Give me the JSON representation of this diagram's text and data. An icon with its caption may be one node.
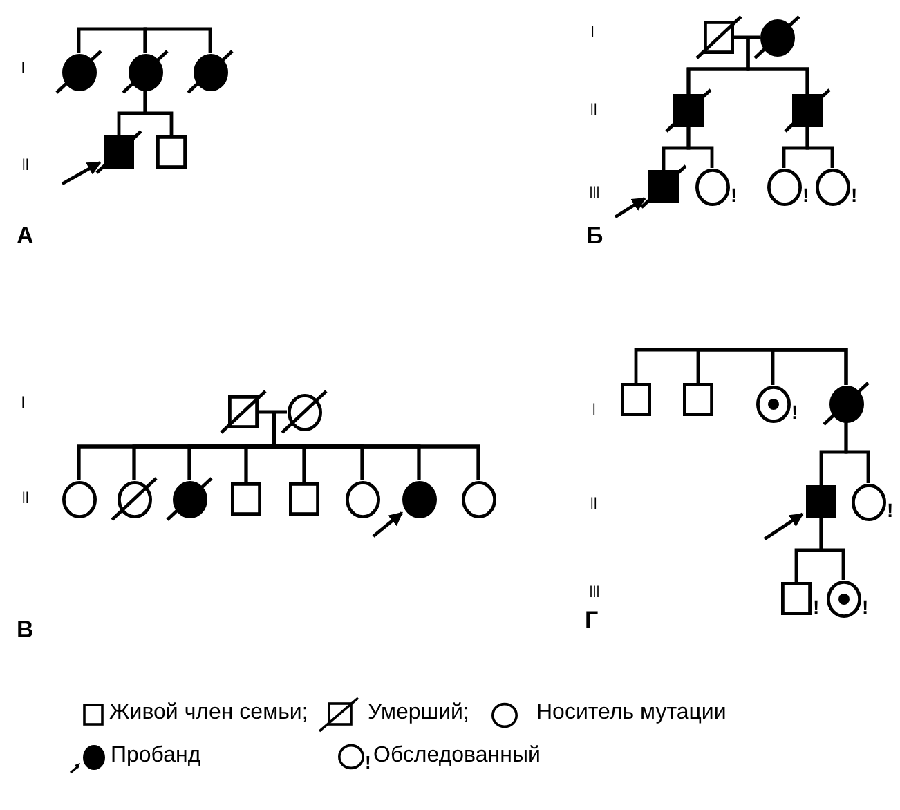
{
  "diagram": {
    "nodes": [
      {
        "text": [],
        "shape": "circle"
      },
      {
        "text": [],
        "shape": "circle"
      },
      {
        "text": [],
        "shape": "circle"
      },
      {
        "text": [],
        "shape": "box"
      },
      {
        "text": [],
        "shape": "box"
      },
      {
        "text": [],
        "shape": "box"
      },
      {
        "text": [],
        "shape": "circle"
      },
      {
        "text": [],
        "shape": "box"
      },
      {
        "text": [],
        "shape": "box"
      },
      {
        "text": [],
        "shape": "box"
      },
      {
        "text": [],
        "shape": "circle",
        "beside": [
          "!"
        ]
      },
      {
        "text": [],
        "shape": "circle",
        "beside": [
          "!"
        ]
      },
      {
        "text": [],
        "shape": "circle",
        "beside": [
          "!"
        ]
      },
      {
        "text": [],
        "shape": "box"
      },
      {
        "text": [],
        "shape": "circle"
      },
      {
        "text": [],
        "shape": "circle"
      },
      {
        "text": [],
        "shape": "circle"
      },
      {
        "text": [],
        "shape": "circle"
      },
      {
        "text": [],
        "shape": "box"
      },
      {
        "text": [],
        "shape": "box"
      },
      {
        "text": [],
        "shape": "circle"
      },
      {
        "text": [],
        "shape": "circle"
      },
      {
        "text": [],
        "shape": "circle"
      },
      {
        "text": [],
        "shape": "box"
      },
      {
        "text": [],
        "shape": "box"
      },
      {
        "text": [],
        "shape": "circle",
        "beside": [
          "!"
        ]
      },
      {
        "text": [],
        "shape": "circle"
      },
      {
        "text": [],
        "shape": "box"
      },
      {
        "text": [],
        "shape": "circle",
        "beside": [
          "!"
        ]
      },
      {
        "text": [],
        "shape": "box",
        "beside": [
          "!"
        ]
      },
      {
        "text": [],
        "shape": "circle",
        "beside": [
          "!"
        ]
      }
    ],
    "edges": [
      {
        "from": 1,
        "to": 0,
        "arrow": "none"
      },
      {
        "from": 1,
        "to": 2,
        "arrow": "none"
      },
      {
        "from": 1,
        "to": 3,
        "arrow": "none"
      },
      {
        "from": 1,
        "to": 4,
        "arrow": "none"
      },
      {
        "from": null,
        "to": 3,
        "arrow": "to"
      },
      {
        "from": 5,
        "to": 6,
        "arrow": "none"
      },
      {
        "from": 5,
        "to": 7,
        "arrow": "none"
      },
      {
        "from": 6,
        "to": 7,
        "arrow": "none"
      },
      {
        "from": 5,
        "to": 8,
        "arrow": "none"
      },
      {
        "from": 6,
        "to": 8,
        "arrow": "none"
      },
      {
        "from": 7,
        "to": 9,
        "arrow": "none"
      },
      {
        "from": 7,
        "to": 10,
        "arrow": "none"
      },
      {
        "from": 8,
        "to": 11,
        "arrow": "none"
      },
      {
        "from": 8,
        "to": 12,
        "arrow": "none"
      },
      {
        "from": null,
        "to": 9,
        "arrow": "to"
      },
      {
        "from": 13,
        "to": 14,
        "arrow": "none"
      },
      {
        "from": 13,
        "to": 15,
        "arrow": "none"
      },
      {
        "from": 13,
        "to": 16,
        "arrow": "none"
      },
      {
        "from": 13,
        "to": 17,
        "arrow": "none"
      },
      {
        "from": 13,
        "to": 18,
        "arrow": "none"
      },
      {
        "from": 13,
        "to": 19,
        "arrow": "none"
      },
      {
        "from": 13,
        "to": 20,
        "arrow": "none"
      },
      {
        "from": 13,
        "to": 21,
        "arrow": "none"
      },
      {
        "from": 13,
        "to": 22,
        "arrow": "none"
      },
      {
        "from": 14,
        "to": 15,
        "arrow": "none"
      },
      {
        "from": 14,
        "to": 16,
        "arrow": "none"
      },
      {
        "from": 14,
        "to": 17,
        "arrow": "none"
      },
      {
        "from": 14,
        "to": 18,
        "arrow": "none"
      },
      {
        "from": 14,
        "to": 19,
        "arrow": "none"
      },
      {
        "from": 14,
        "to": 20,
        "arrow": "none"
      },
      {
        "from": 14,
        "to": 21,
        "arrow": "none"
      },
      {
        "from": 14,
        "to": 22,
        "arrow": "none"
      },
      {
        "from": null,
        "to": 21,
        "arrow": "to"
      },
      {
        "from": 26,
        "to": 23,
        "arrow": "none"
      },
      {
        "from": 26,
        "to": 24,
        "arrow": "none"
      },
      {
        "from": 26,
        "to": 25,
        "arrow": "none"
      },
      {
        "from": 26,
        "to": 27,
        "arrow": "none"
      },
      {
        "from": 26,
        "to": 28,
        "arrow": "none"
      },
      {
        "from": 27,
        "to": 29,
        "arrow": "none"
      },
      {
        "from": 27,
        "to": 30,
        "arrow": "none"
      },
      {
        "from": null,
        "to": 27,
        "arrow": "to"
      }
    ],
    "labels": [
      "I",
      "II",
      "А",
      "I",
      "II",
      "III",
      "Б",
      "I",
      "II",
      "В",
      "I",
      "II",
      "III",
      "Г",
      "!"
    ],
    "legend": [
      {
        "text": "Живой член семьи;"
      },
      {
        "text": "Умерший;"
      },
      {
        "text": "Носитель мутации"
      },
      {
        "text": "Пробанд"
      },
      {
        "text": "Обследованный"
      }
    ]
  }
}
